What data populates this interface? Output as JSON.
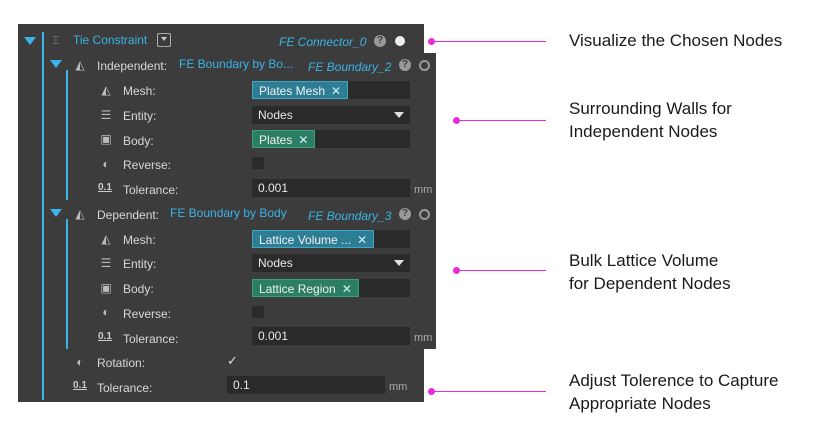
{
  "tie": {
    "title": "Tie Constraint",
    "name": "FE Connector_0",
    "help": "?",
    "dropdown_icon": "chevron-down-icon"
  },
  "independent": {
    "label": "Independent:",
    "source": "FE Boundary by Bo...",
    "name": "FE Boundary_2",
    "help": "?",
    "mesh_label": "Mesh:",
    "mesh_value": "Plates Mesh",
    "entity_label": "Entity:",
    "entity_value": "Nodes",
    "body_label": "Body:",
    "body_value": "Plates",
    "reverse_label": "Reverse:",
    "tolerance_label": "Tolerance:",
    "tolerance_value": "0.001",
    "unit": "mm"
  },
  "dependent": {
    "label": "Dependent:",
    "source": "FE Boundary by Body",
    "name": "FE Boundary_3",
    "help": "?",
    "mesh_label": "Mesh:",
    "mesh_value": "Lattice Volume ...",
    "entity_label": "Entity:",
    "entity_value": "Nodes",
    "body_label": "Body:",
    "body_value": "Lattice Region",
    "reverse_label": "Reverse:",
    "tolerance_label": "Tolerance:",
    "tolerance_value": "0.001",
    "unit": "mm"
  },
  "rotation": {
    "label": "Rotation:",
    "check": "✓"
  },
  "tolerance": {
    "label": "Tolerance:",
    "value": "0.1",
    "unit": "mm",
    "icon_text": "0.1"
  },
  "tag_close": "✕",
  "annotations": {
    "a1": "Visualize the Chosen Nodes",
    "a2_l1": "Surrounding Walls for",
    "a2_l2": "Independent Nodes",
    "a3_l1": "Bulk Lattice Volume",
    "a3_l2": "for Dependent Nodes",
    "a4_l1": "Adjust Tolerence to Capture",
    "a4_l2": "Appropriate Nodes"
  },
  "colors": {
    "accent": "#3ab3e8",
    "marker": "#e62bd8",
    "panel": "#3c3c3c",
    "field": "#2a2a2a",
    "tag_blue": "#2d7d94",
    "tag_green": "#2c7e62"
  }
}
